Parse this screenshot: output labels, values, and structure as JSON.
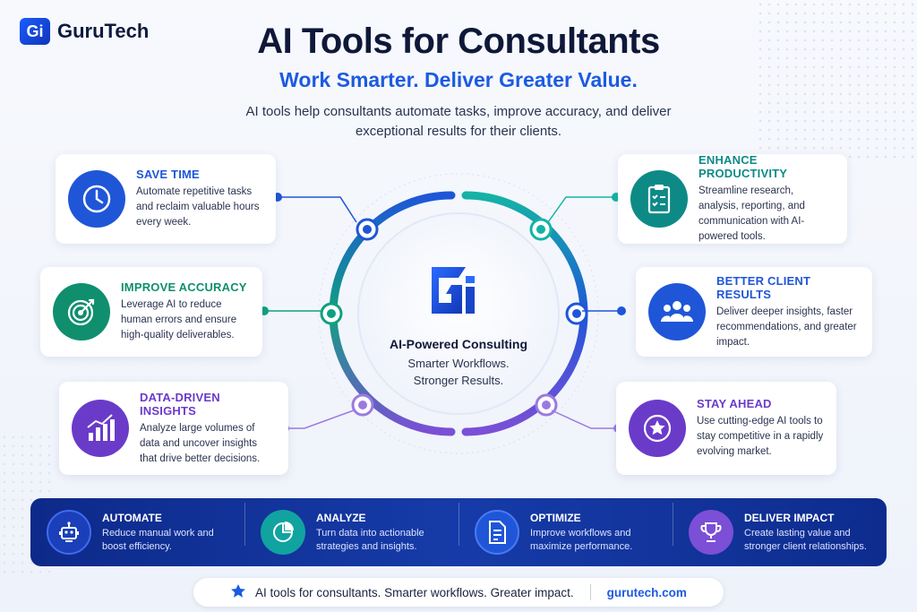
{
  "brand": {
    "logo_mark": "Gi",
    "name": "GuruTech"
  },
  "header": {
    "title": "AI Tools for Consultants",
    "subtitle": "Work Smarter. Deliver Greater Value.",
    "description": "AI tools help consultants automate tasks, improve accuracy, and deliver exceptional results for their clients."
  },
  "center": {
    "logo_mark": "Gi",
    "title": "AI-Powered Consulting",
    "tagline_1": "Smarter Workflows.",
    "tagline_2": "Stronger Results."
  },
  "cards": {
    "save_time": {
      "title": "SAVE TIME",
      "text": "Automate repetitive tasks and reclaim valuable hours every week.",
      "icon": "clock-icon",
      "color": "#1f56d8"
    },
    "improve_accuracy": {
      "title": "IMPROVE ACCURACY",
      "text": "Leverage AI to reduce human errors and ensure high-quality deliverables.",
      "icon": "target-icon",
      "color": "#0f8f6e"
    },
    "data_insights": {
      "title": "DATA-DRIVEN INSIGHTS",
      "text": "Analyze large volumes of data and uncover insights that drive better decisions.",
      "icon": "bar-chart-icon",
      "color": "#6a3bc9"
    },
    "enhance_productivity": {
      "title": "ENHANCE PRODUCTIVITY",
      "text": "Streamline research, analysis, reporting, and communication with AI-powered tools.",
      "icon": "clipboard-icon",
      "color": "#0e8a86"
    },
    "better_results": {
      "title": "BETTER CLIENT RESULTS",
      "text": "Deliver deeper insights, faster recommendations, and greater impact.",
      "icon": "users-icon",
      "color": "#1f56d8"
    },
    "stay_ahead": {
      "title": "STAY AHEAD",
      "text": "Use cutting-edge AI tools to stay competitive in a rapidly evolving market.",
      "icon": "star-icon",
      "color": "#6a3bc9"
    }
  },
  "bar": {
    "automate": {
      "title": "AUTOMATE",
      "text": "Reduce manual work and boost efficiency.",
      "icon": "robot-icon"
    },
    "analyze": {
      "title": "ANALYZE",
      "text": "Turn data into actionable strategies and insights.",
      "icon": "pie-chart-icon"
    },
    "optimize": {
      "title": "OPTIMIZE",
      "text": "Improve workflows and maximize performance.",
      "icon": "document-icon"
    },
    "deliver": {
      "title": "DELIVER IMPACT",
      "text": "Create lasting value and stronger client relationships.",
      "icon": "trophy-icon"
    }
  },
  "footer": {
    "tagline": "AI tools for consultants. Smarter workflows. Greater impact.",
    "site": "gurutech.com",
    "icon": "star-icon"
  },
  "colors": {
    "primary_blue": "#1c5be0",
    "teal": "#11a3a0",
    "purple": "#7b4fd6",
    "navy": "#0d2a8a"
  }
}
